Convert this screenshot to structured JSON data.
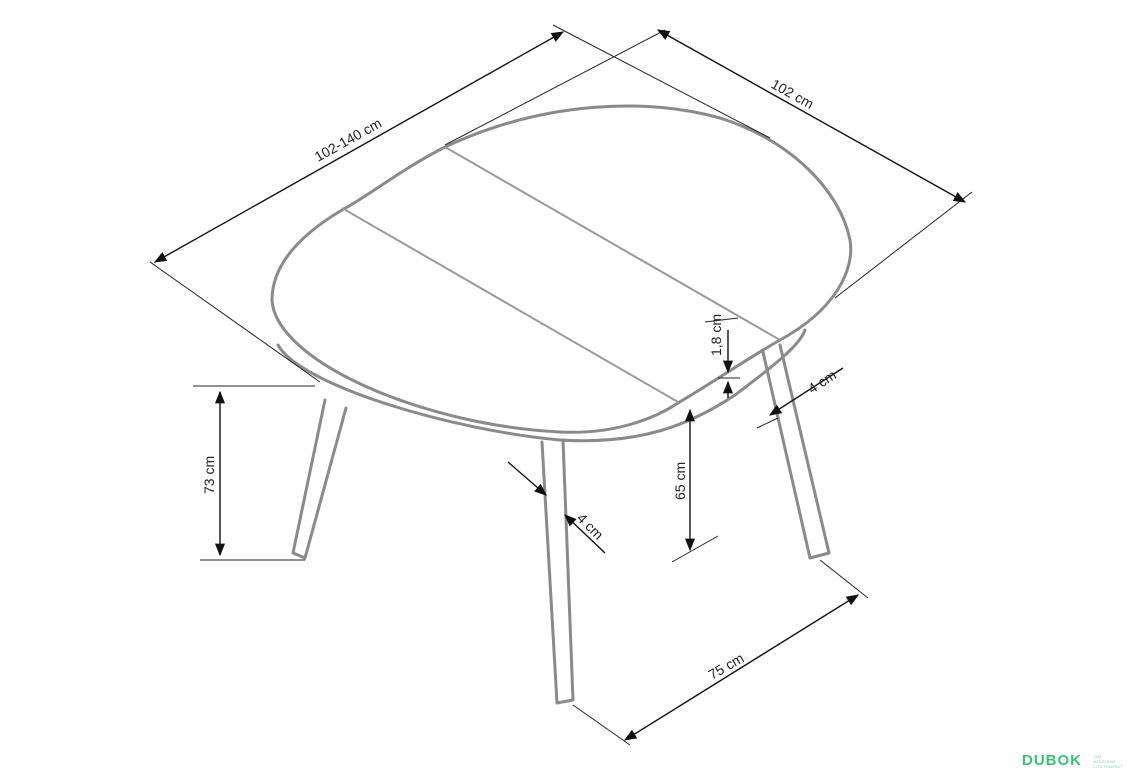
{
  "diagram": {
    "labels": {
      "extended_length": "102-140 cm",
      "width": "102 cm",
      "top_thickness": "1,8 cm",
      "leg_thickness_right": "4 cm",
      "total_height": "73 cm",
      "under_height": "65 cm",
      "leg_thickness_front": "4 cm",
      "leg_span": "75 cm"
    }
  },
  "watermark": {
    "brand": "DUBOK",
    "tagline": "ТАМ МЕБЛЕВИЙ СУПЕРМАРКЕТ"
  }
}
